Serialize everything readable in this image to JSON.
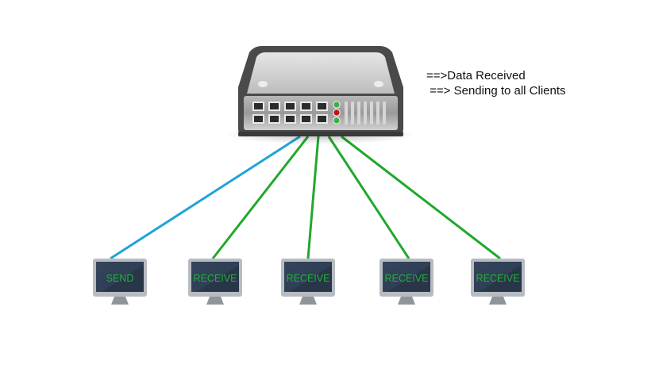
{
  "hub": {
    "name": "Network Hub",
    "ports": 10,
    "leds": [
      "#3cb043",
      "#c0131e",
      "#3cb043"
    ]
  },
  "annotations": [
    "==>Data Received",
    " ==> Sending to all Clients"
  ],
  "clients": [
    {
      "label": "SEND",
      "role": "sender"
    },
    {
      "label": "RECEIVE",
      "role": "receiver"
    },
    {
      "label": "RECEIVE",
      "role": "receiver"
    },
    {
      "label": "RECEIVE",
      "role": "receiver"
    },
    {
      "label": "RECEIVE",
      "role": "receiver"
    }
  ],
  "colors": {
    "send_link": "#1fa3d8",
    "receive_link": "#22a82e",
    "label_text": "#22b03a",
    "screen": "#2f3f55",
    "bezel": "#b7bcc2"
  }
}
